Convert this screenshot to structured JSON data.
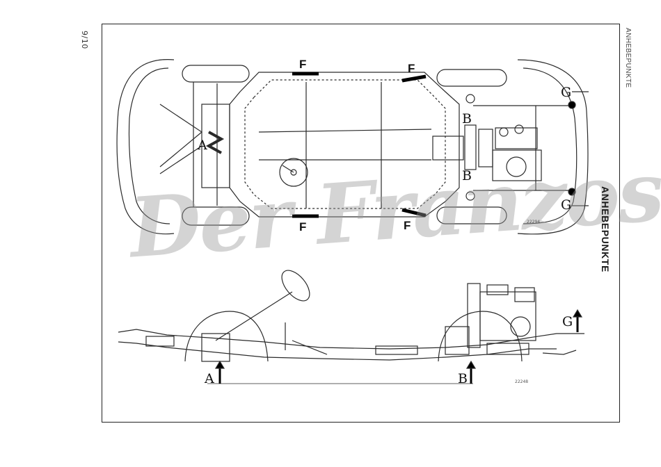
{
  "page": {
    "page_number": "9/10",
    "running_header": "ANHEBEPUNKTE",
    "figure_title": "ANHEBEPUNKTE",
    "watermark": "Der Franzose"
  },
  "top_view": {
    "figure_number": "22294",
    "labels": {
      "A": "A",
      "B_upper": "B",
      "B_lower": "B",
      "F_tl": "F",
      "F_tr": "F",
      "F_bl": "F",
      "F_br": "F",
      "G_upper": "G",
      "G_lower": "G"
    }
  },
  "side_view": {
    "figure_number": "22248",
    "labels": {
      "A": "A",
      "B": "B",
      "G": "G"
    }
  }
}
